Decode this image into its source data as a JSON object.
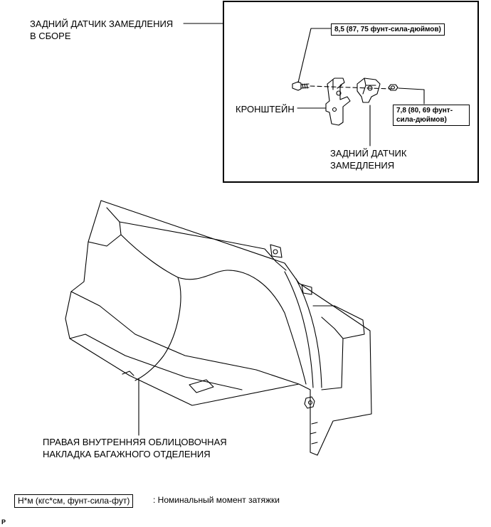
{
  "labels": {
    "assembly_line1": "ЗАДНИЙ ДАТЧИК ЗАМЕДЛЕНИЯ",
    "assembly_line2": "В СБОРЕ",
    "bracket": "КРОНШТЕЙН",
    "sensor_line1": "ЗАДНИЙ ДАТЧИК",
    "sensor_line2": "ЗАМЕДЛЕНИЯ",
    "trim_line1": "ПРАВАЯ ВНУТРЕННЯЯ ОБЛИЦОВОЧНАЯ",
    "trim_line2": "НАКЛАДКА БАГАЖНОГО ОТДЕЛЕНИЯ"
  },
  "torques": {
    "bolt": "8,5 (87, 75 фунт-сила-дюймов)",
    "nut": "7,8 (80, 69 фунт-сила-дюймов)"
  },
  "legend": {
    "unit": "Н*м (кгс*см, фунт-сила-фут)",
    "text": ": Номинальный момент затяжки"
  },
  "corner_mark": "P"
}
